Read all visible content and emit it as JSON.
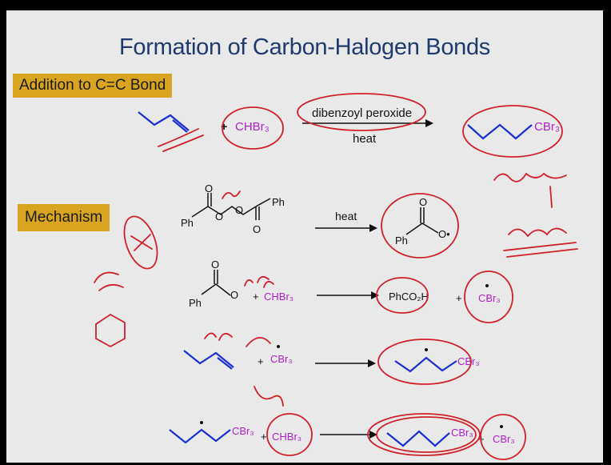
{
  "slide": {
    "title": "Formation of Carbon-Halogen Bonds",
    "section_addition": "Addition to C=C Bond",
    "section_mechanism": "Mechanism"
  },
  "reaction": {
    "reagent": "CHBr₃",
    "condition_top": "dibenzoyl peroxide",
    "condition_bottom": "heat",
    "product_group": "CBr₃"
  },
  "mechanism": {
    "step1_condition": "heat",
    "ph_label": "Ph",
    "oxygen": "O",
    "radical_o": "O•",
    "step2_product": "PhCO₂H",
    "plus": "+",
    "cbr3": "CBr₃",
    "chbr3": "CHBr₃"
  },
  "colors": {
    "ink": "#d0202a",
    "structure_blue": "#1a2fd0",
    "reagent_magenta": "#b020c8",
    "title": "#1f3a6e",
    "tag_bg": "#d9a520"
  }
}
